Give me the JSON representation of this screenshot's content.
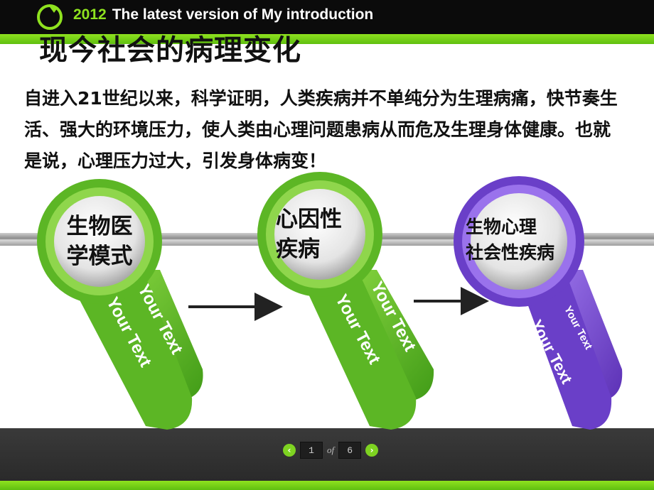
{
  "header": {
    "year": "2012",
    "title": "The latest version of My introduction"
  },
  "heading": "现今社会的病理变化",
  "paragraph": {
    "normal": "自进入21世纪以来，科学证明，人类疾病并不单纯分为生理病痛，快节奏生活、强大的环境压力，使人类由心理问题患病从而危及生理身体健康。也就是说，",
    "emphasis": "心理压力过大，引发身体病变！"
  },
  "stages": [
    {
      "line1": "生物医",
      "line2": "学模式",
      "tab_text_a": "Your Text",
      "tab_text_b": "Your Text",
      "color": "#6cc12a"
    },
    {
      "line1": "心因性",
      "line2": "疾病",
      "tab_text_a": "Your Text",
      "tab_text_b": "Your Text",
      "color": "#6cc12a"
    },
    {
      "line1": "生物心理",
      "line2": "社会性疾病",
      "tab_text_a": "Your Text",
      "tab_text_b": "Your Text",
      "color": "#7d4fd6"
    }
  ],
  "pager": {
    "current": "1",
    "of": "of",
    "total": "6"
  },
  "colors": {
    "accent_green": "#8fe21f",
    "purple": "#7d4fd6",
    "dark_bar": "#2e2e2e"
  }
}
